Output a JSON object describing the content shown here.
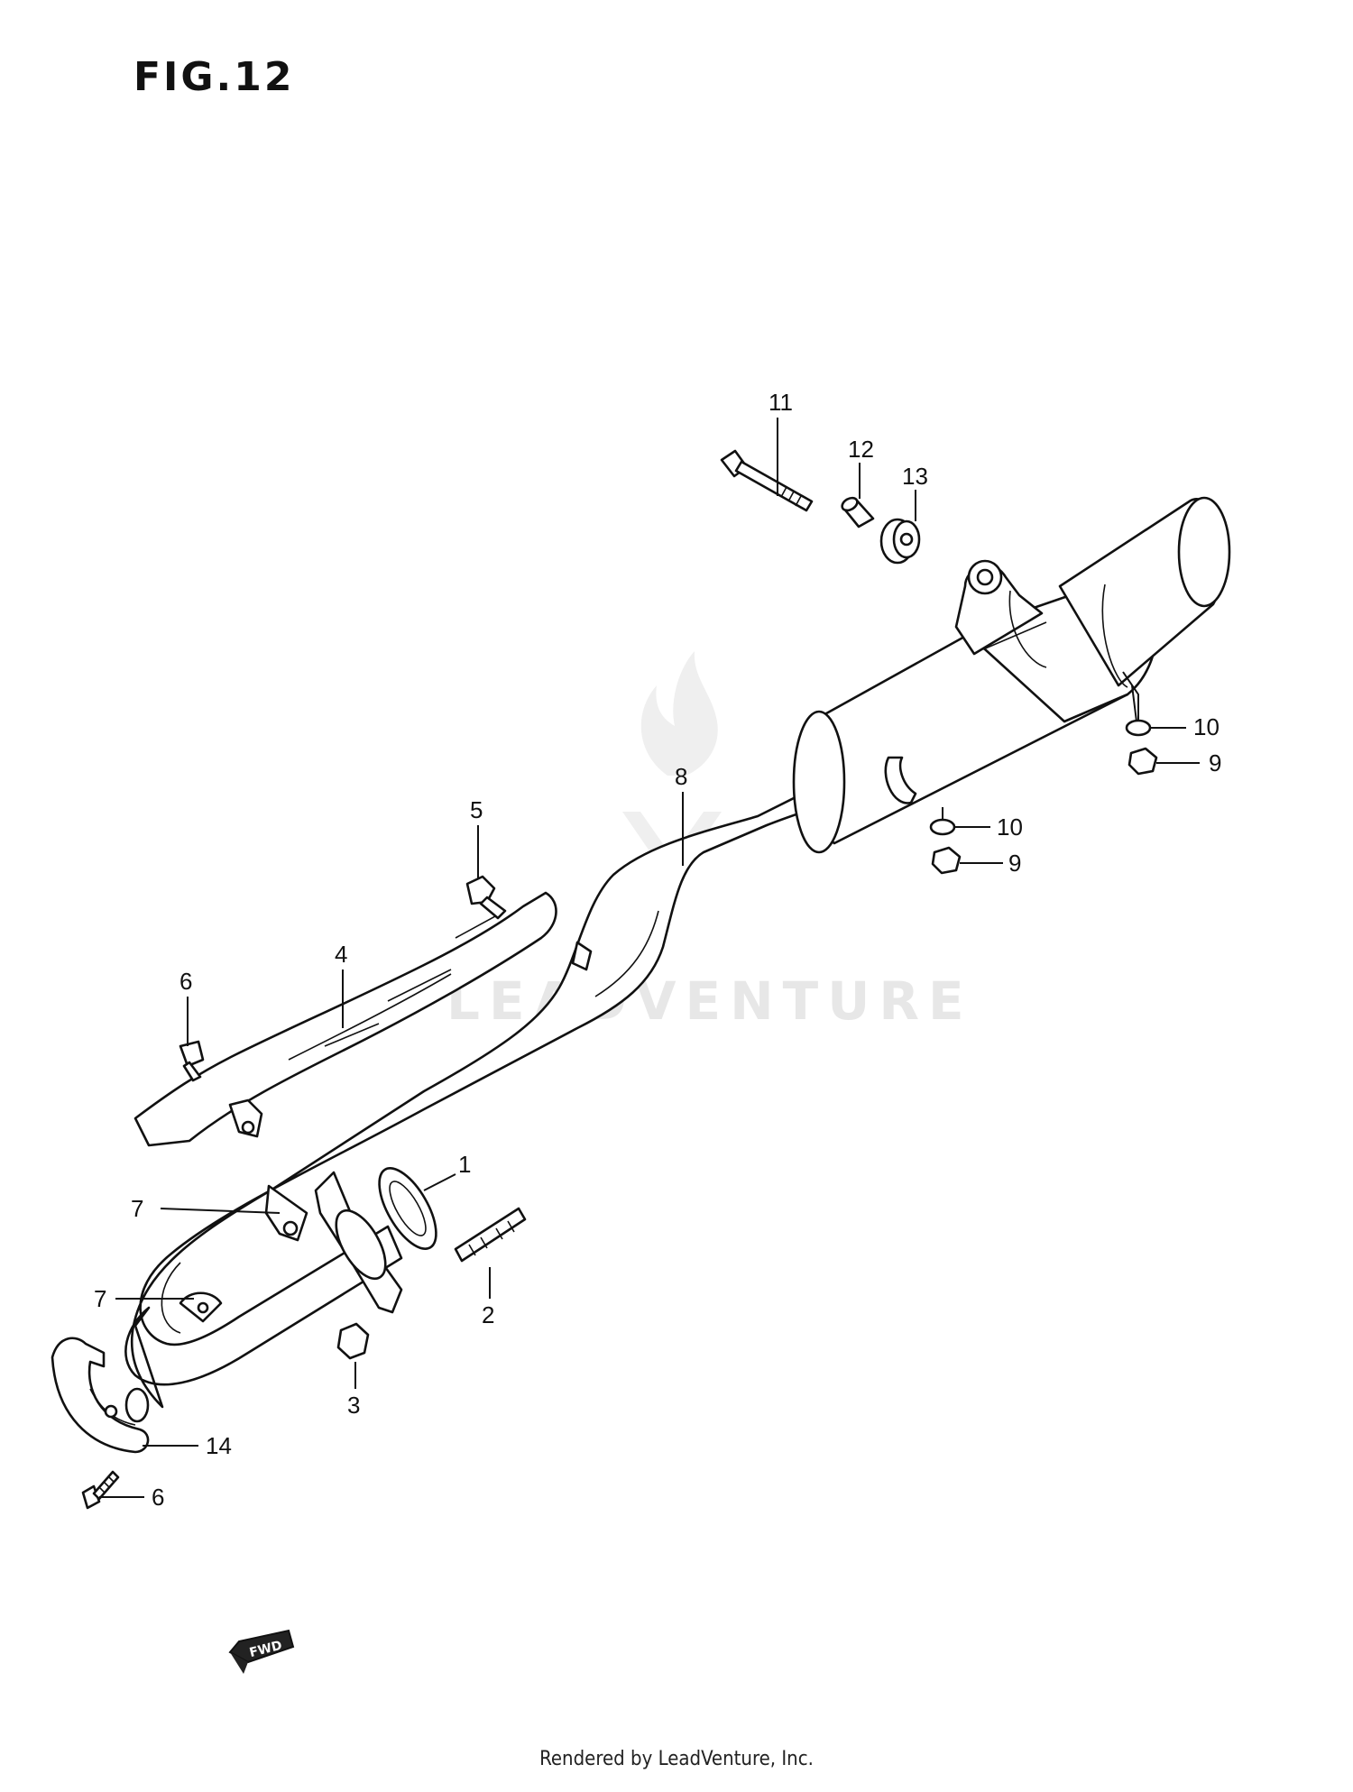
{
  "figure": {
    "title": "FIG.12"
  },
  "footer": {
    "text": "Rendered by LeadVenture, Inc."
  },
  "watermark": {
    "text": "LEADVENTURE"
  },
  "direction_badge": {
    "text": "FWD"
  },
  "callouts": {
    "c1": "1",
    "c2": "2",
    "c3": "3",
    "c4": "4",
    "c5": "5",
    "c6a": "6",
    "c6b": "6",
    "c7a": "7",
    "c7b": "7",
    "c8": "8",
    "c9a": "9",
    "c9b": "9",
    "c10a": "10",
    "c10b": "10",
    "c11": "11",
    "c12": "12",
    "c13": "13",
    "c14": "14"
  },
  "colors": {
    "ink": "#111111",
    "background": "#ffffff",
    "watermark": "#e7e7e7"
  }
}
